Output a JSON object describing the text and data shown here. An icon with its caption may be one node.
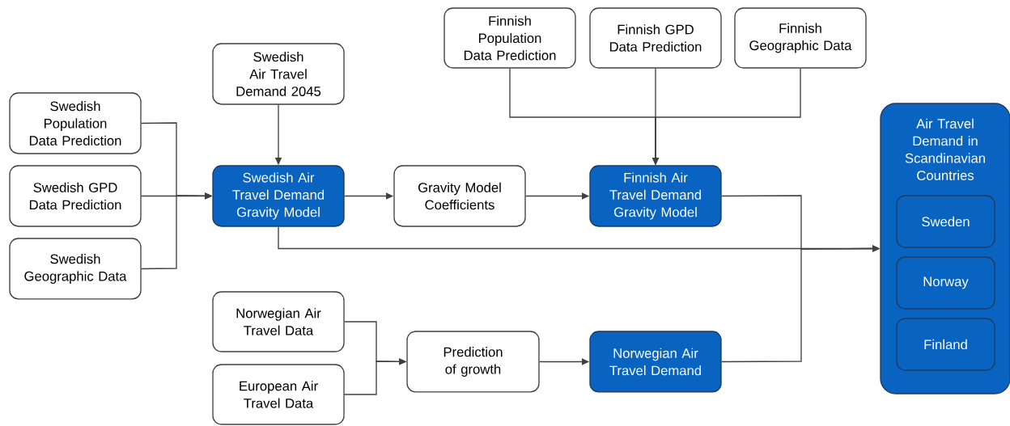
{
  "diagram": {
    "nodes": [
      {
        "text": [
          "Swedish Population Data Prediction"
        ]
      },
      {
        "text": [
          "Swedish GPD Data Prediction"
        ]
      },
      {
        "text": [
          "Swedish Geographic Data"
        ]
      },
      {
        "text": [
          "Swedish Air Travel Demand 2045"
        ]
      },
      {
        "text": [
          "Swedish Air Travel Demand Gravity Model"
        ]
      },
      {
        "text": [
          "Gravity Model Coefficients"
        ]
      },
      {
        "text": [
          "Finnish Population Data Prediction"
        ]
      },
      {
        "text": [
          "Finnish GPD Data Prediction"
        ]
      },
      {
        "text": [
          "Finnish Geographic Data"
        ]
      },
      {
        "text": [
          "Finnish Air Travel Demand Gravity Model"
        ]
      },
      {
        "text": [
          "Norwegian Air Travel Data"
        ]
      },
      {
        "text": [
          "European Air Travel Data"
        ]
      },
      {
        "text": [
          "Prediction of growth"
        ]
      },
      {
        "text": [
          "Norwegian Air Travel Demand"
        ]
      },
      {
        "text": [
          "Air Travel Demand in Scandinavian Countries"
        ]
      },
      {
        "text": [
          "Sweden"
        ],
        "in": 14
      },
      {
        "text": [
          "Norway"
        ],
        "in": 14
      },
      {
        "text": [
          "Finland"
        ],
        "in": 14
      }
    ],
    "edges": [
      {
        "from": 0,
        "to": 4,
        "arrow": "to"
      },
      {
        "from": 1,
        "to": 4,
        "arrow": "to"
      },
      {
        "from": 2,
        "to": 4,
        "arrow": "to"
      },
      {
        "from": 3,
        "to": 4,
        "arrow": "to"
      },
      {
        "from": 4,
        "to": 5,
        "arrow": "to"
      },
      {
        "from": 5,
        "to": 9,
        "arrow": "to"
      },
      {
        "from": 6,
        "to": 9,
        "arrow": "to"
      },
      {
        "from": 7,
        "to": 9,
        "arrow": "to"
      },
      {
        "from": 8,
        "to": 9,
        "arrow": "to"
      },
      {
        "from": 4,
        "to": 14,
        "arrow": "to"
      },
      {
        "from": 9,
        "to": 14,
        "arrow": "to"
      },
      {
        "from": 13,
        "to": 14,
        "arrow": "to"
      },
      {
        "from": 10,
        "to": 12,
        "arrow": "to"
      },
      {
        "from": 11,
        "to": 12,
        "arrow": "to"
      },
      {
        "from": 12,
        "to": 13,
        "arrow": "to"
      }
    ]
  }
}
